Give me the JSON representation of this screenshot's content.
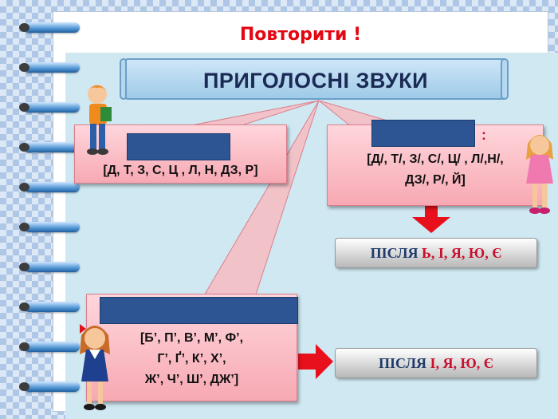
{
  "page_title": "Повторити !",
  "banner_title": "ПРИГОЛОСНІ ЗВУКИ",
  "hard": {
    "sounds": "[Д, Т, З, С, Ц , Л, Н, ДЗ, Р]"
  },
  "soft": {
    "heading_tail": ":",
    "sounds_line1": "[Д/, Т/, З/, С/, Ц/ , Л/,Н/,",
    "sounds_line2": "ДЗ/, Р/, Й]",
    "after_word": "ПІСЛЯ",
    "after_letters": "Ь, І, Я, Ю, Є"
  },
  "semisoft": {
    "sounds_line1": "[Б’, П’, В’, М’, Ф’,",
    "sounds_line2": "Г’, Ґ’, К’, Х’,",
    "sounds_line3": "Ж’, Ч’, Ш’, ДЖ’]",
    "after_word": "ПІСЛЯ",
    "after_letters": "І, Я, Ю, Є"
  },
  "colors": {
    "title_red": "#e30613",
    "redaction_blue": "#2d5593",
    "box_pink": "#f7a9b3",
    "arrow_red": "#e8101c"
  }
}
